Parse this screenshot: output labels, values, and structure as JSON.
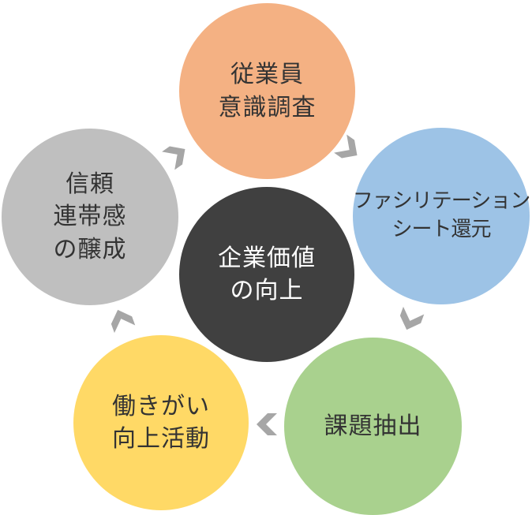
{
  "cycle": {
    "center": {
      "line1": "企業価値",
      "line2": "の向上"
    },
    "survey": {
      "line1": "従業員",
      "line2": "意識調査"
    },
    "sheet": {
      "line1": "ファシリテーション",
      "line2": "シート還元"
    },
    "issue": {
      "line1": "課題抽出"
    },
    "activity": {
      "line1": "働きがい",
      "line2": "向上活動"
    },
    "trust": {
      "line1": "信頼",
      "line2": "連帯感",
      "line3": "の醸成"
    }
  },
  "colors": {
    "survey": "#F4B183",
    "sheet": "#9DC3E6",
    "issue": "#A9D18E",
    "activity": "#FFD966",
    "trust": "#BFBFBF",
    "center": "#404040",
    "arrow": "#A6A6A6"
  }
}
